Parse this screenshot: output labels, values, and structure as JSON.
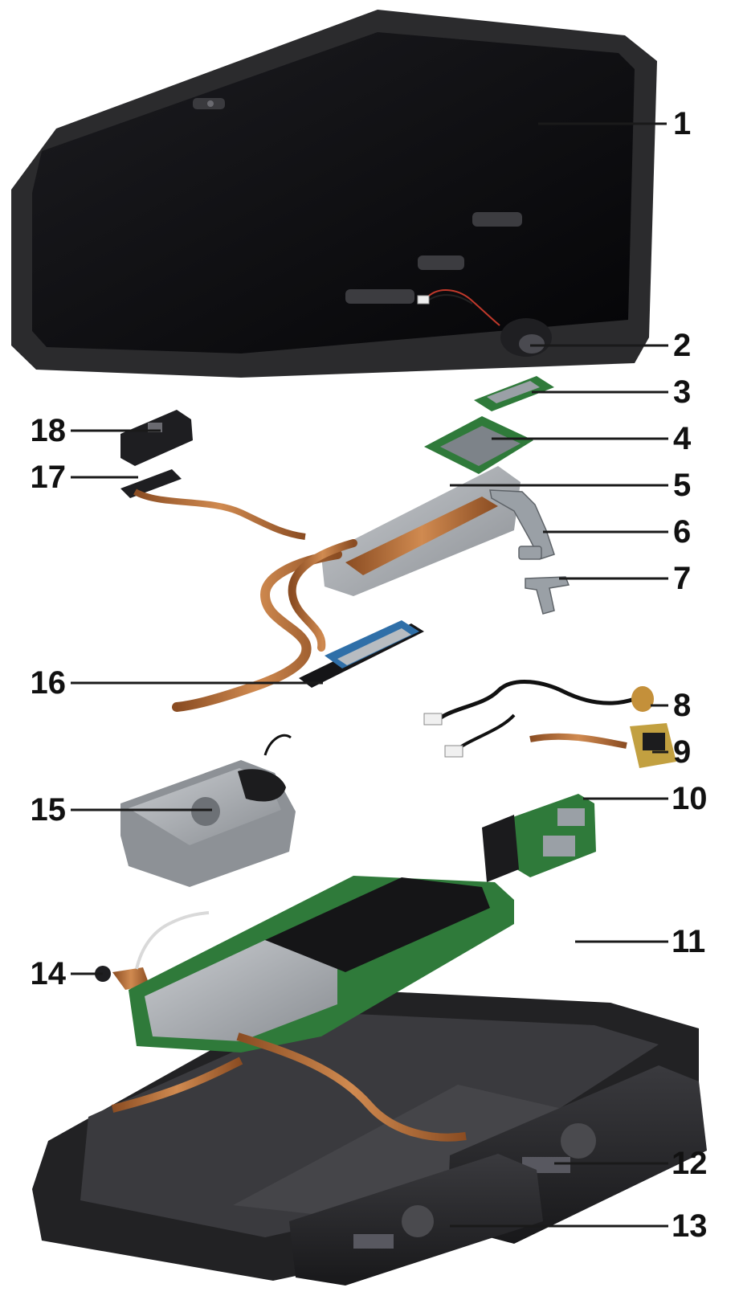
{
  "palette": {
    "background": "#ffffff",
    "leader_line": "#1a1a1a",
    "label_text": "#111111",
    "display_bezel": "#2b2b2d",
    "display_glass": "#0a0a0c",
    "chassis": "#222224",
    "board_green": "#2f7a3a",
    "copper": "#b8703a",
    "shield_metal": "#a9adb2",
    "battery_body": "#2a2a2c",
    "fan_metal": "#8d9196"
  },
  "callouts": [
    {
      "id": "1",
      "label": "1"
    },
    {
      "id": "2",
      "label": "2"
    },
    {
      "id": "3",
      "label": "3"
    },
    {
      "id": "4",
      "label": "4"
    },
    {
      "id": "5",
      "label": "5"
    },
    {
      "id": "6",
      "label": "6"
    },
    {
      "id": "7",
      "label": "7"
    },
    {
      "id": "8",
      "label": "8"
    },
    {
      "id": "9",
      "label": "9"
    },
    {
      "id": "10",
      "label": "10"
    },
    {
      "id": "11",
      "label": "11"
    },
    {
      "id": "12",
      "label": "12"
    },
    {
      "id": "13",
      "label": "13"
    },
    {
      "id": "14",
      "label": "14"
    },
    {
      "id": "15",
      "label": "15"
    },
    {
      "id": "16",
      "label": "16"
    },
    {
      "id": "17",
      "label": "17"
    },
    {
      "id": "18",
      "label": "18"
    }
  ]
}
